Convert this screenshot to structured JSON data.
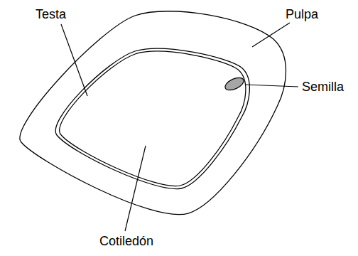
{
  "diagram": {
    "labels": [
      "Testa",
      "Pulpa",
      "Semilla",
      "Cotiledón"
    ]
  }
}
